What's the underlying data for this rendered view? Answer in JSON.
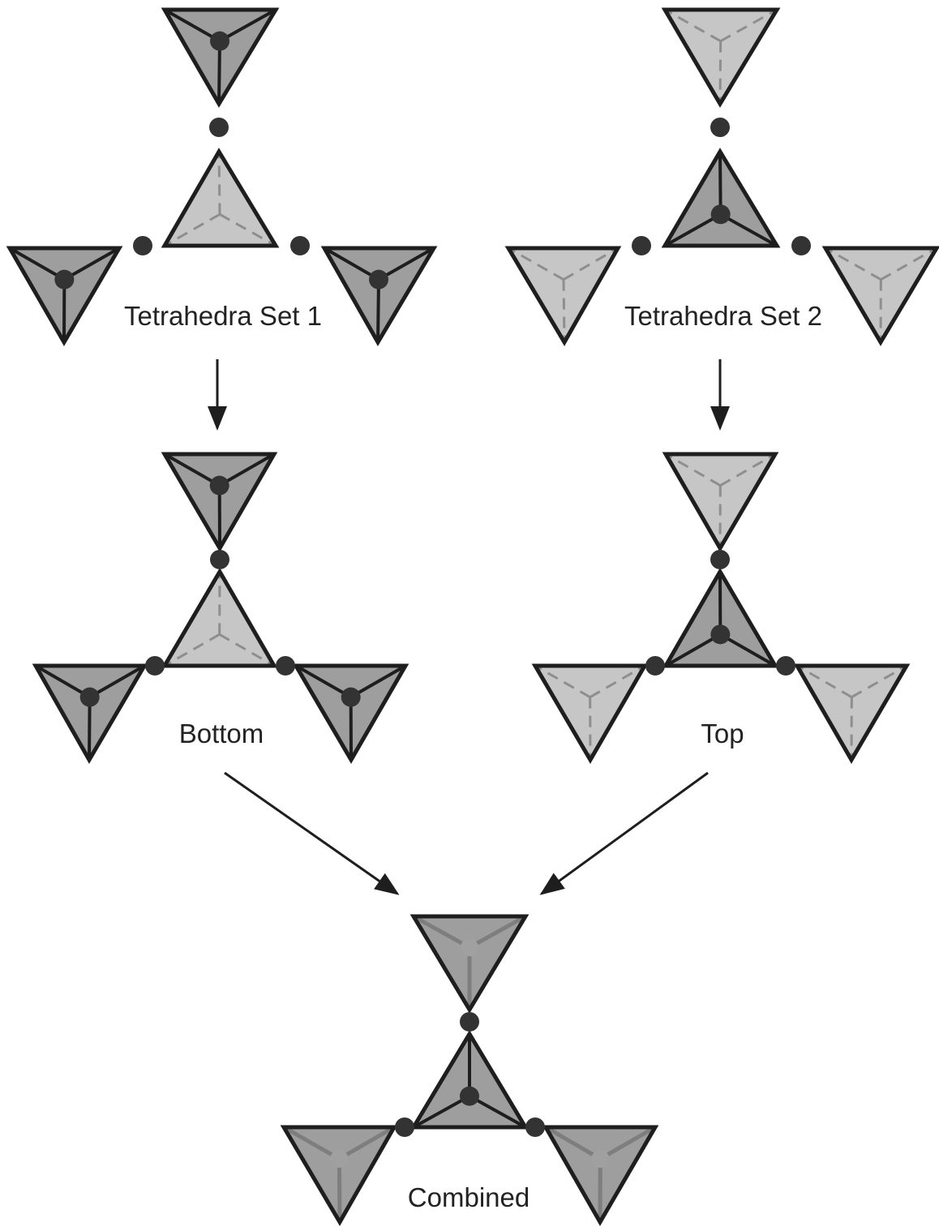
{
  "colors": {
    "outline": "#1e1e1e",
    "dark_face": "#9e9e9e",
    "light_face": "#c6c6c6",
    "hidden_edge": "#8e8e8e",
    "atom": "#333333",
    "faded_atom": "#a0a0a0"
  },
  "labels": {
    "set1": "Tetrahedra Set 1",
    "set2": "Tetrahedra Set 2",
    "bottom": "Bottom",
    "top": "Top",
    "combined": "Combined"
  }
}
